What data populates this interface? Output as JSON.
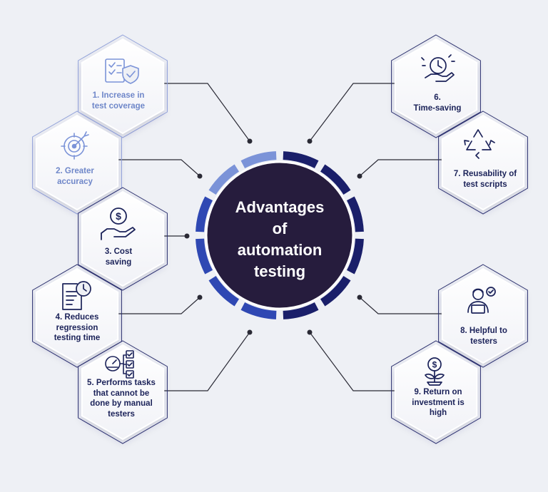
{
  "center": {
    "title": "Advantages\nof\nautomation\ntesting"
  },
  "advantages": [
    {
      "label": "1. Increase in\ntest coverage",
      "icon": "checklist-shield-icon",
      "color": "#6f87c9"
    },
    {
      "label": "2. Greater\naccuracy",
      "icon": "target-icon",
      "color": "#6f87c9"
    },
    {
      "label": "3. Cost\nsaving",
      "icon": "coin-hand-icon",
      "color": "#1b2259"
    },
    {
      "label": "4. Reduces\nregression\ntesting time",
      "icon": "document-clock-icon",
      "color": "#1b2259"
    },
    {
      "label": "5. Performs tasks\nthat cannot be\ndone by manual\ntesters",
      "icon": "gauge-checklist-icon",
      "color": "#1b2259"
    },
    {
      "label": "6.\nTime-saving",
      "icon": "clock-hand-icon",
      "color": "#1b2259"
    },
    {
      "label": "7. Reusability of\ntest scripts",
      "icon": "recycle-icon",
      "color": "#1b2259"
    },
    {
      "label": "8. Helpful to\ntesters",
      "icon": "tester-icon",
      "color": "#1b2259"
    },
    {
      "label": "9. Return on\ninvestment is\nhigh",
      "icon": "money-plant-icon",
      "color": "#1b2259"
    }
  ],
  "colors": {
    "background": "#eef0f5",
    "center_fill": "#261c3d",
    "ring_light": "#7b93d8",
    "ring_mid": "#2f48b3",
    "ring_dark": "#1a1f6a",
    "connector": "#2a2a35",
    "hex_light_border": "#93a3dc",
    "hex_dark_border": "#2a2f6e"
  }
}
